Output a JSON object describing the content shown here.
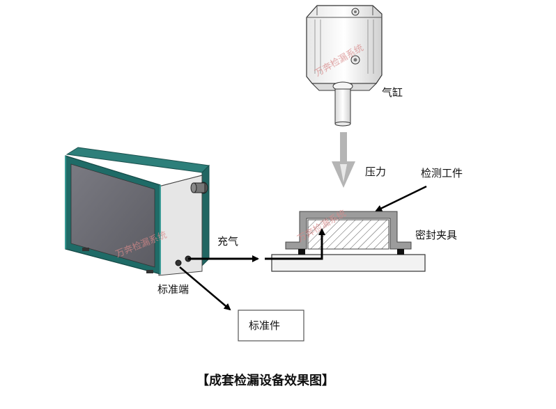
{
  "labels": {
    "cylinder": "气缸",
    "pressure": "压力",
    "workpiece": "检测工件",
    "fixture": "密封夹具",
    "inflate": "充气",
    "standard_port": "标准端",
    "standard_part": "标准件"
  },
  "caption": "【成套检漏设备效果图】",
  "watermark": "万奔检漏系统",
  "colors": {
    "cabinet_frame": "#1f6b67",
    "cabinet_panel": "#707078",
    "arrow": "#000000",
    "pressure_arrow": "#b5b5b5",
    "fixture_base": "#f2f2f2",
    "workpiece_body": "#bdbdbd"
  }
}
